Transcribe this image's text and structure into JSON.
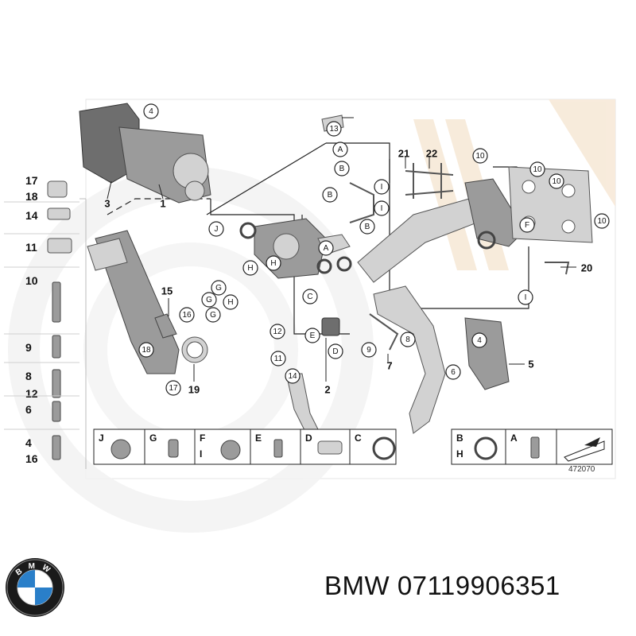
{
  "diagram": {
    "id_label": "472070",
    "callouts": [
      "4",
      "13",
      "A",
      "B",
      "B",
      "J",
      "I",
      "I",
      "B",
      "H",
      "H",
      "G",
      "G",
      "H",
      "G",
      "C",
      "A",
      "E",
      "D",
      "16",
      "18",
      "17",
      "12",
      "11",
      "14",
      "9",
      "8",
      "10",
      "10",
      "10",
      "10",
      "F",
      "I",
      "4",
      "6"
    ],
    "leader_labels": [
      "3",
      "1",
      "21",
      "22",
      "15",
      "2",
      "7",
      "5",
      "20",
      "19"
    ],
    "sidebar": {
      "rows": [
        [
          "17",
          "18"
        ],
        [
          "14"
        ],
        [
          "11"
        ],
        [
          "10"
        ],
        [
          "9"
        ],
        [
          "8",
          "12"
        ],
        [
          "6"
        ],
        [
          "4",
          "16"
        ]
      ]
    },
    "bottom_strip": {
      "cells": [
        {
          "letters": [
            "J"
          ]
        },
        {
          "letters": [
            "G"
          ]
        },
        {
          "letters": [
            "F",
            "I"
          ]
        },
        {
          "letters": [
            "E"
          ]
        },
        {
          "letters": [
            "D"
          ]
        },
        {
          "letters": [
            "C"
          ]
        }
      ],
      "right_cells": [
        {
          "letters": [
            "B",
            "H"
          ]
        },
        {
          "letters": [
            "A"
          ]
        }
      ]
    }
  },
  "brand": {
    "logo_letters": "BMW",
    "caption": "BMW 07119906351"
  },
  "colors": {
    "watermark": "#f7e9d8",
    "line": "#222222",
    "part_gray": "#9b9b9b"
  }
}
